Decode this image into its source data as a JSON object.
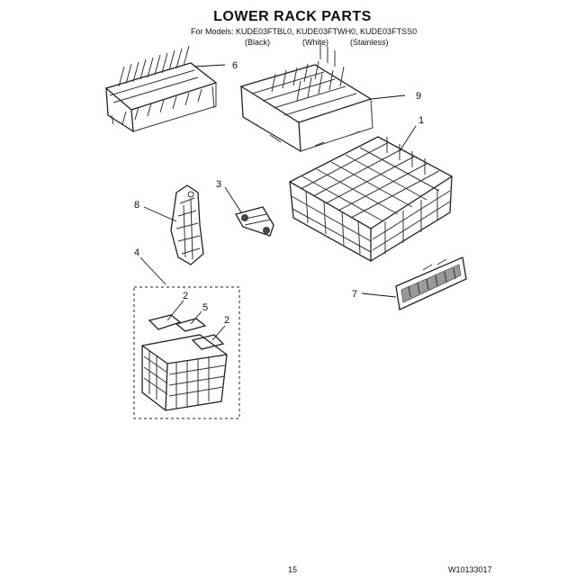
{
  "header": {
    "title": "LOWER RACK PARTS",
    "models_line": "For Models: KUDE03FTBL0, KUDE03FTWH0, KUDE03FTSS0",
    "color_black": "(Black)",
    "color_white": "(White)",
    "color_stainless": "(Stainless)"
  },
  "callouts": {
    "c6": "6",
    "c9": "9",
    "c1": "1",
    "c3": "3",
    "c8": "8",
    "c4": "4",
    "c2a": "2",
    "c5": "5",
    "c2b": "2",
    "c7": "7"
  },
  "footer": {
    "page_number": "15",
    "doc_number": "W10133017"
  }
}
